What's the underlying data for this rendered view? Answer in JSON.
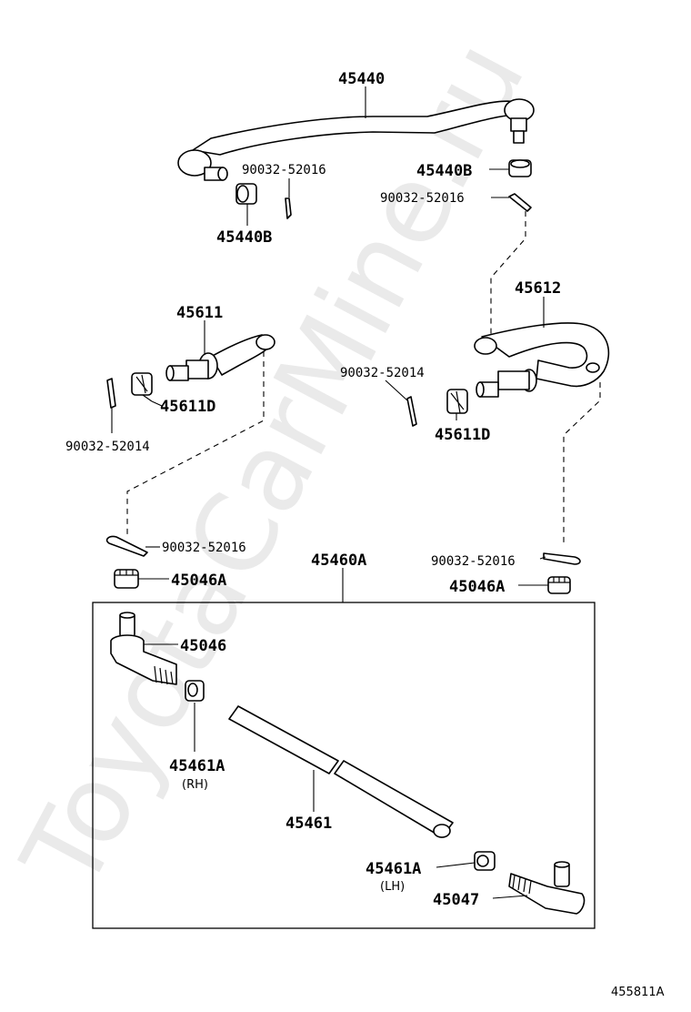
{
  "watermark": "ToyotaCarMine.ru",
  "figure_id": "455811A",
  "parts": {
    "drag_link": "45440",
    "drag_link_nut_left": "45440B",
    "drag_link_nut_right": "45440B",
    "cotter_pin_drag_left": "90032-52016",
    "cotter_pin_drag_right": "90032-52016",
    "pitman_arm_rh": "45611",
    "pitman_arm_rh_nut": "45611D",
    "cotter_pin_rh_arm": "90032-52014",
    "pitman_arm_lh": "45612",
    "pitman_arm_lh_nut": "45611D",
    "cotter_pin_lh_arm": "90032-52014",
    "cotter_pin_left_end": "90032-52016",
    "castle_nut_left": "45046A",
    "cotter_pin_right_end": "90032-52016",
    "castle_nut_right": "45046A",
    "tie_rod_assembly": "45460A",
    "tie_rod_end_rh": "45046",
    "clamp_nut_rh": "45461A",
    "clamp_nut_rh_side": "(RH)",
    "tie_rod_tube": "45461",
    "clamp_nut_lh": "45461A",
    "clamp_nut_lh_side": "(LH)",
    "tie_rod_end_lh": "45047"
  }
}
